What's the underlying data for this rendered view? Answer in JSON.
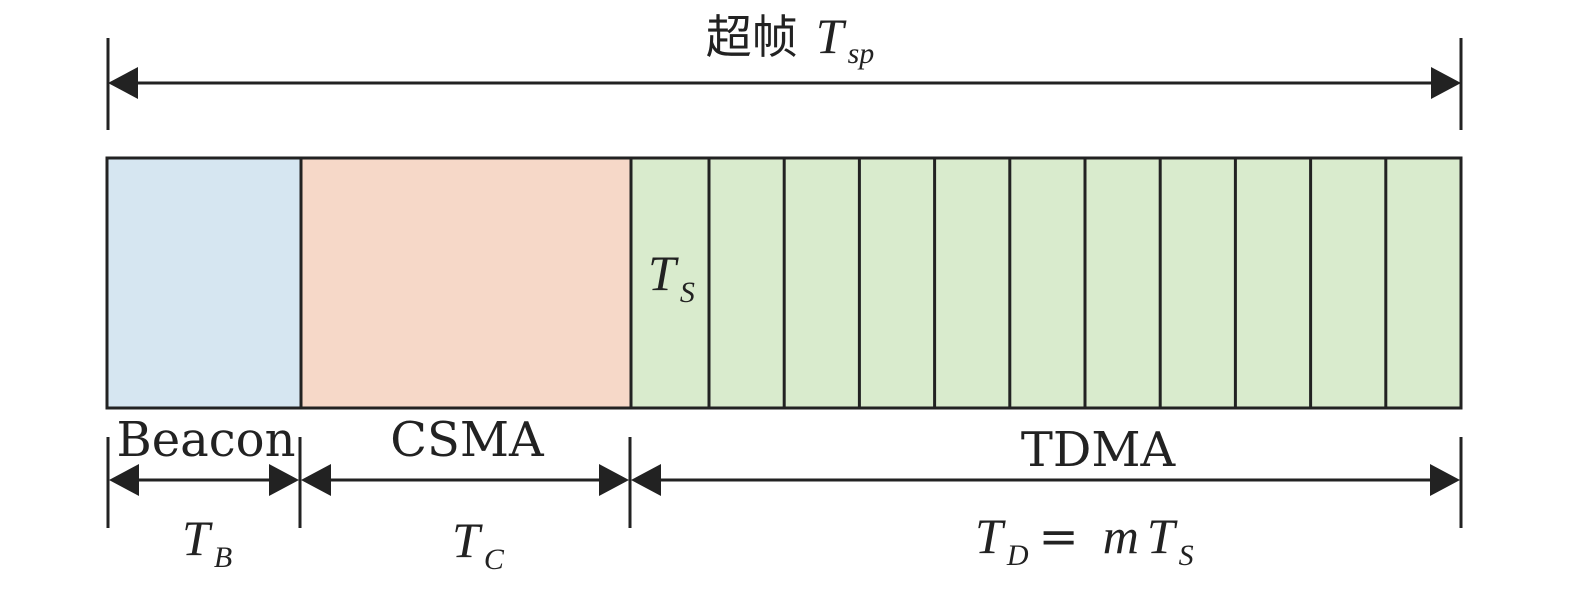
{
  "superframe": {
    "title_prefix": "超帧",
    "symbol_main": "T",
    "symbol_sub": "sp"
  },
  "segments": {
    "beacon": {
      "name": "Beacon",
      "sym_main": "T",
      "sym_sub": "B",
      "color": "#d6e6f1"
    },
    "csma": {
      "name": "CSMA",
      "sym_main": "T",
      "sym_sub": "C",
      "color": "#f6d8c8"
    },
    "tdma": {
      "name": "TDMA",
      "color": "#d9ebcd",
      "slot_count": 11,
      "slot_label_main": "T",
      "slot_label_sub": "S",
      "duration_main": "T",
      "duration_sub": "D",
      "duration_eq": "=",
      "duration_coef": "m",
      "duration_rhs_main": "T",
      "duration_rhs_sub": "S"
    }
  },
  "colors": {
    "stroke": "#222222"
  }
}
